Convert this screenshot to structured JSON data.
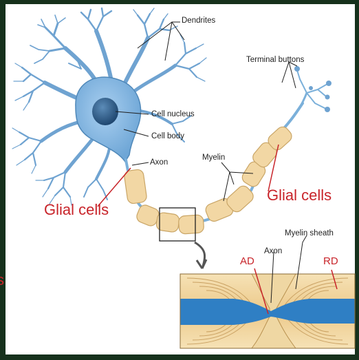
{
  "labels": {
    "dendrites": "Dendrites",
    "terminal_buttons": "Terminal buttons",
    "cell_nucleus": "Cell nucleus",
    "cell_body": "Cell body",
    "axon": "Axon",
    "myelin": "Myelin",
    "glial_cells_left": "Glial cells",
    "glial_cells_right": "Glial cells",
    "myelin_sheath": "Myelin sheath",
    "axon_inset": "Axon",
    "ad": "AD",
    "rd": "RD",
    "edge_fragment": "s"
  },
  "colors": {
    "neuron_fill": "#7fb3dc",
    "neuron_stroke": "#4f88b9",
    "nucleus": "#2c5a86",
    "myelin_fill": "#f2d7a4",
    "myelin_stroke": "#c9a566",
    "annotation_red": "#c8242a",
    "axon_core": "#2f7fc4",
    "frame_background": "#16311c",
    "panel_background": "#ffffff"
  }
}
